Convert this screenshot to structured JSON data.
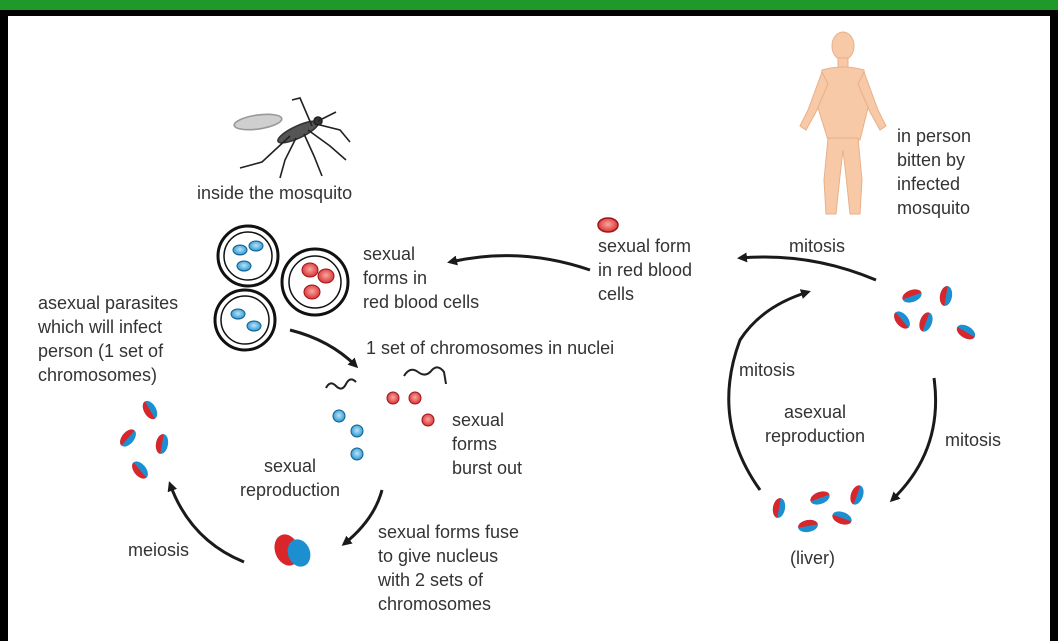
{
  "labels": {
    "inside_mosquito": "inside the mosquito",
    "in_person": "in person\nbitten by\ninfected\nmosquito",
    "sexual_forms_rbc": "sexual\nforms in\nred blood cells",
    "sexual_form_rbc_top": "sexual form\nin red blood\ncells",
    "mitosis_top": "mitosis",
    "asexual_parasites": "asexual parasites\nwhich will infect\nperson (1 set of\nchromosomes)",
    "one_set_chromosomes": "1 set of chromosomes in nuclei",
    "mitosis_left_loop": "mitosis",
    "asexual_reproduction": "asexual\nreproduction",
    "mitosis_right_loop": "mitosis",
    "sexual_forms_burst": "sexual\nforms\nburst out",
    "sexual_reproduction": "sexual\nreproduction",
    "meiosis": "meiosis",
    "sexual_forms_fuse": "sexual forms fuse\nto give nucleus\nwith 2 sets of\nchromosomes",
    "liver": "(liver)"
  },
  "colors": {
    "header_bar": "#1f9a2a",
    "parasite_red": "#d9262b",
    "parasite_blue": "#1c8fd0",
    "skin": "#f7c9a6",
    "text": "#333333",
    "arrow": "#1a1a1a"
  },
  "icons": [
    "mosquito-icon",
    "human-figure-icon"
  ]
}
